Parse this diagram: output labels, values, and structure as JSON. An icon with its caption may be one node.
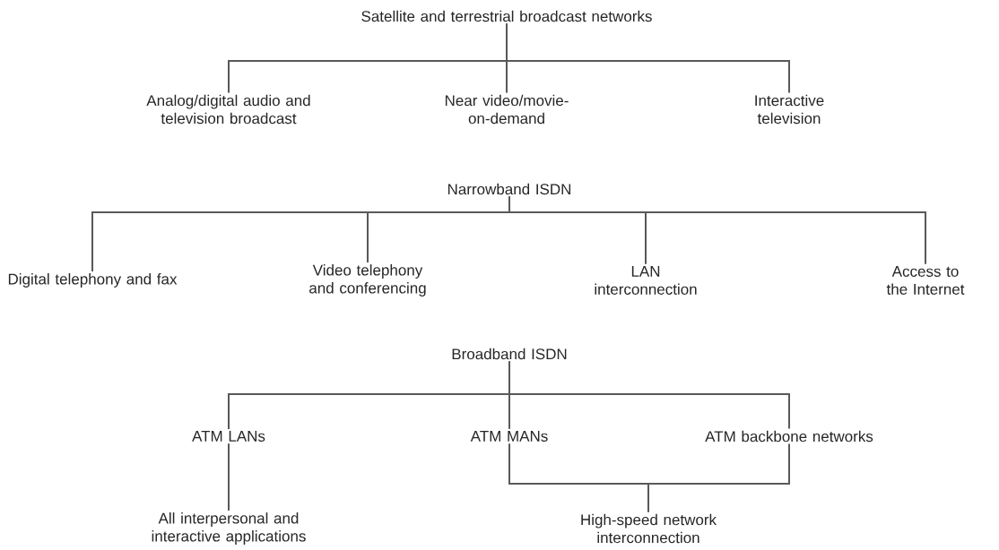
{
  "diagram": {
    "nodes": [
      {
        "text": [
          "Satellite and terrestrial broadcast networks"
        ]
      },
      {
        "text": [
          "Analog/digital audio and television broadcast"
        ]
      },
      {
        "text": [
          "Near video/movie-on-demand"
        ]
      },
      {
        "text": [
          "Interactive television"
        ]
      },
      {
        "text": [
          "Narrowband ISDN"
        ]
      },
      {
        "text": [
          "Digital telephony and fax"
        ]
      },
      {
        "text": [
          "Video telephony and conferencing"
        ]
      },
      {
        "text": [
          "LAN interconnection"
        ]
      },
      {
        "text": [
          "Access to the Internet"
        ]
      },
      {
        "text": [
          "Broadband ISDN"
        ]
      },
      {
        "text": [
          "ATM LANs"
        ]
      },
      {
        "text": [
          "ATM MANs"
        ]
      },
      {
        "text": [
          "ATM backbone networks"
        ]
      },
      {
        "text": [
          "All interpersonal and interactive applications"
        ]
      },
      {
        "text": [
          "High-speed network interconnection"
        ]
      }
    ],
    "edges": [
      {
        "from": 0,
        "to": 1,
        "arrow": "none"
      },
      {
        "from": 0,
        "to": 2,
        "arrow": "none"
      },
      {
        "from": 0,
        "to": 3,
        "arrow": "none"
      },
      {
        "from": 4,
        "to": 5,
        "arrow": "none"
      },
      {
        "from": 4,
        "to": 6,
        "arrow": "none"
      },
      {
        "from": 4,
        "to": 7,
        "arrow": "none"
      },
      {
        "from": 4,
        "to": 8,
        "arrow": "none"
      },
      {
        "from": 9,
        "to": 10,
        "arrow": "none"
      },
      {
        "from": 9,
        "to": 11,
        "arrow": "none"
      },
      {
        "from": 9,
        "to": 12,
        "arrow": "none"
      },
      {
        "from": 10,
        "to": 13,
        "arrow": "none"
      },
      {
        "from": 11,
        "to": 14,
        "arrow": "none"
      },
      {
        "from": 12,
        "to": 14,
        "arrow": "none"
      }
    ]
  }
}
